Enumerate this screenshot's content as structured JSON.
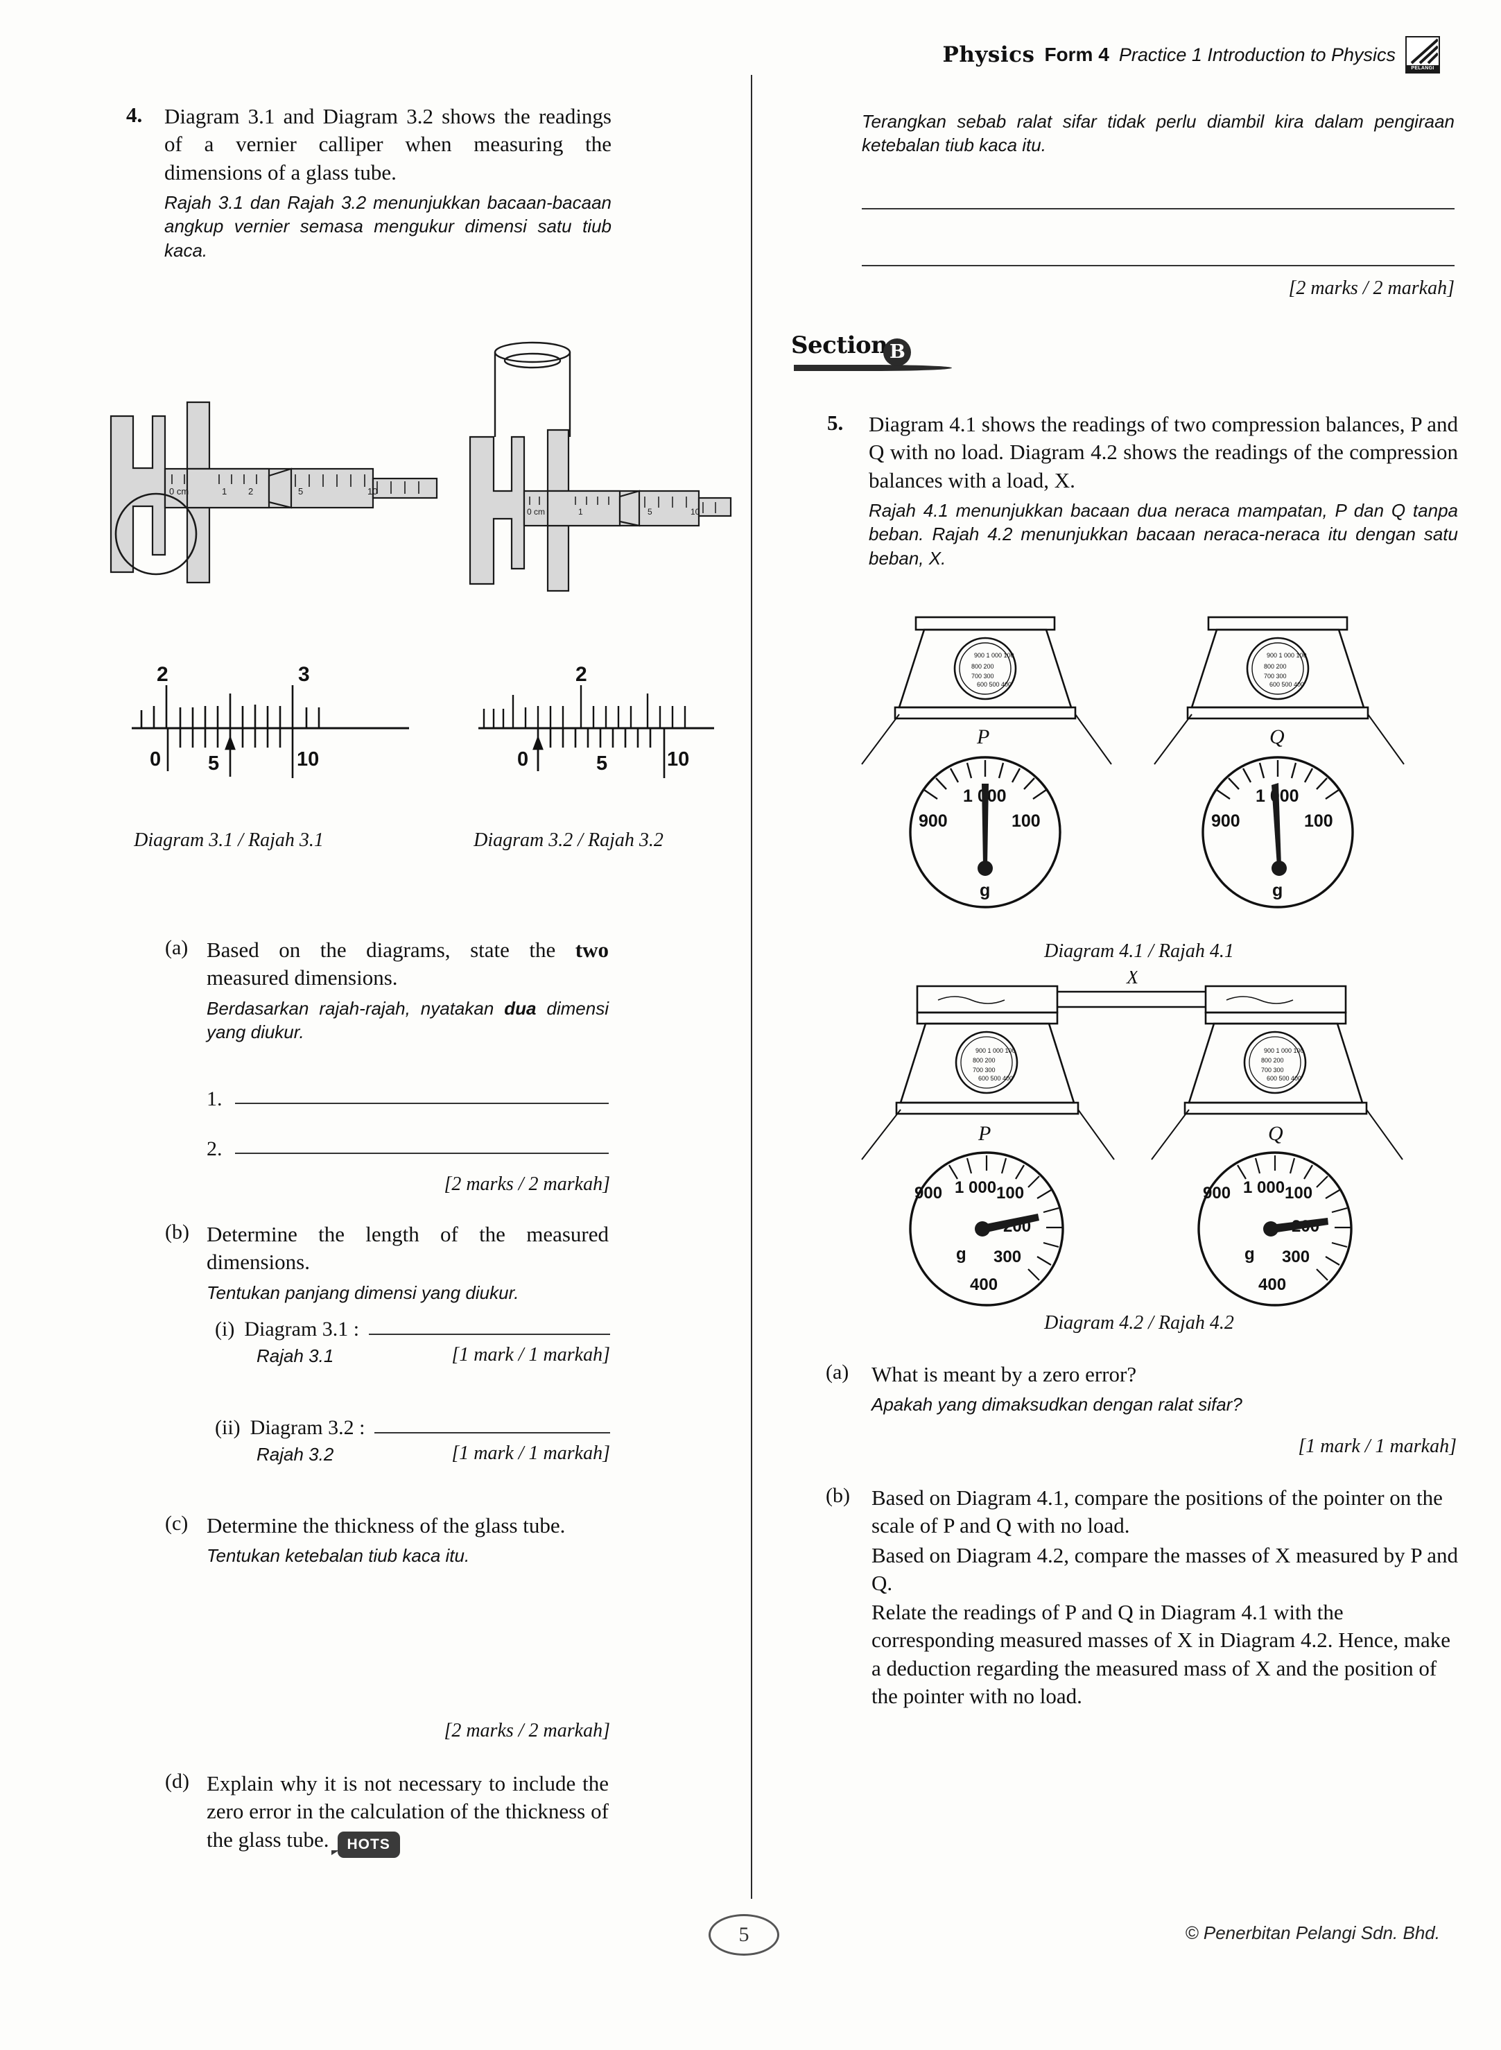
{
  "header": {
    "subject": "Physics",
    "form": "Form 4",
    "practice": "Practice 1 Introduction to Physics",
    "logo_text": "PELANGI",
    "logo_icon": "pelangi-logo-icon"
  },
  "left_column": {
    "question4": {
      "number": "4.",
      "en": "Diagram 3.1 and Diagram 3.2 shows the readings of a vernier calliper when measuring the dimensions of a glass tube.",
      "ms": "Rajah 3.1 dan Rajah 3.2 menunjukkan bacaan-bacaan angkup vernier semasa mengukur dimensi satu tiub kaca.",
      "figures": {
        "diagram31_caption": "Diagram 3.1 / Rajah 3.1",
        "diagram32_caption": "Diagram 3.2 / Rajah 3.2",
        "scale31": {
          "main_labels": [
            "2",
            "3"
          ],
          "vernier_labels": [
            "0",
            "5",
            "10"
          ]
        },
        "scale32": {
          "main_labels": [
            "2"
          ],
          "vernier_labels": [
            "0",
            "5",
            "10"
          ]
        }
      },
      "parts": [
        {
          "label": "(a)",
          "en_pre": "Based on the diagrams, state the ",
          "en_bold": "two",
          "en_post": " measured dimensions.",
          "ms_pre": "Berdasarkan rajah-rajah, nyatakan ",
          "ms_bold": "dua",
          "ms_post": " dimensi yang diukur.",
          "answer_items": [
            "1.",
            "2."
          ],
          "marks": "[2 marks / 2 markah]"
        },
        {
          "label": "(b)",
          "en": "Determine the length of the measured dimensions.",
          "ms": "Tentukan panjang dimensi yang diukur.",
          "subparts": [
            {
              "label": "(i)",
              "en": "Diagram 3.1 :",
              "ms": "Rajah 3.1",
              "marks": "[1 mark / 1 markah]"
            },
            {
              "label": "(ii)",
              "en": "Diagram 3.2 :",
              "ms": "Rajah 3.2",
              "marks": "[1 mark / 1 markah]"
            }
          ]
        },
        {
          "label": "(c)",
          "en": "Determine the thickness of the glass tube.",
          "ms": "Tentukan ketebalan tiub kaca itu.",
          "marks": "[2 marks / 2 markah]"
        },
        {
          "label": "(d)",
          "en": "Explain why it is not necessary to include the zero error in the calculation of the thickness of the glass tube.",
          "badge": "HOTS"
        }
      ]
    }
  },
  "right_column": {
    "question4_continued": {
      "ms": "Terangkan sebab ralat sifar tidak perlu diambil kira dalam pengiraan ketebalan tiub kaca itu.",
      "marks": "[2 marks / 2 markah]"
    },
    "section": {
      "word": "Section",
      "letter": "B"
    },
    "question5": {
      "number": "5.",
      "en": "Diagram 4.1 shows the readings of two compression balances, P and Q with no load. Diagram 4.2 shows the readings of the compression balances with a load, X.",
      "ms": "Rajah 4.1 menunjukkan bacaan dua neraca mampatan, P dan Q tanpa beban. Rajah 4.2 menunjukkan bacaan neraca-neraca itu dengan satu beban, X.",
      "figures": {
        "diagram41_caption": "Diagram 4.1 / Rajah 4.1",
        "diagram42_caption": "Diagram 4.2 / Rajah 4.2",
        "balance_labels": [
          "P",
          "Q"
        ],
        "load_label": "X",
        "dial_no_load": {
          "labels": [
            "1 000",
            "900",
            "100"
          ],
          "unit": "g"
        },
        "dial_with_load": {
          "labels": [
            "1 000",
            "900",
            "100",
            "200",
            "300",
            "400"
          ],
          "unit": "g"
        }
      },
      "parts": [
        {
          "label": "(a)",
          "en": "What is meant by a zero error?",
          "ms": "Apakah yang dimaksudkan dengan ralat sifar?",
          "marks": "[1 mark / 1 markah]"
        },
        {
          "label": "(b)",
          "en_lines": [
            "Based on Diagram 4.1, compare the positions of the pointer on the scale of P and Q with no load.",
            "Based on Diagram 4.2, compare the masses of X measured by P and Q.",
            "Relate the readings of P and Q in Diagram 4.1 with the corresponding measured masses of X in Diagram 4.2. Hence, make a deduction regarding the measured mass of X and the position of the pointer with no load."
          ]
        }
      ]
    }
  },
  "footer": {
    "page_number": "5",
    "copyright": "© Penerbitan Pelangi Sdn. Bhd."
  }
}
